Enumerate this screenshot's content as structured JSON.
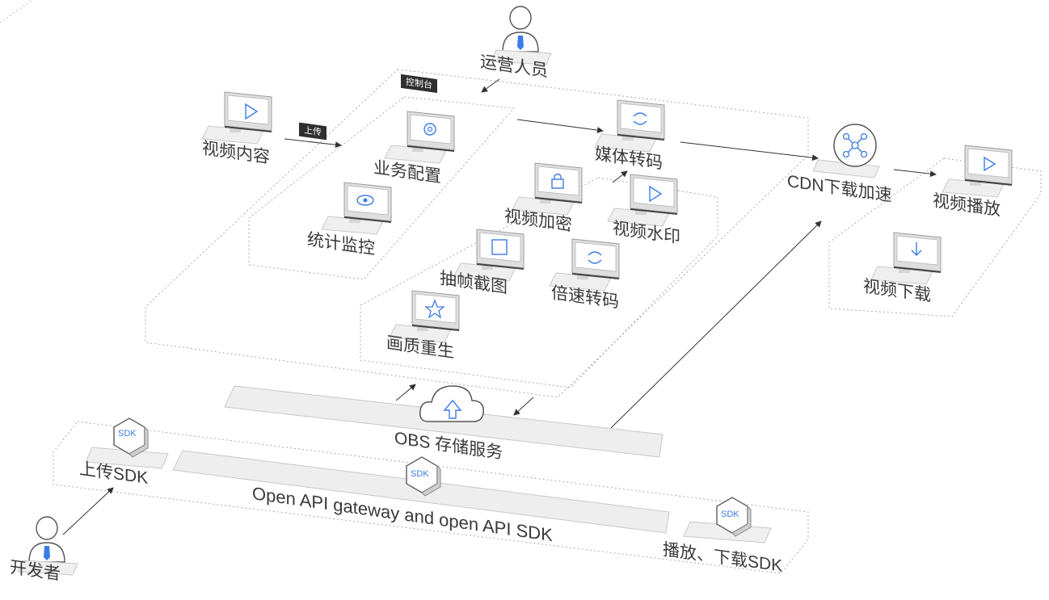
{
  "actors": {
    "operator": "运营人员",
    "developer": "开发者"
  },
  "tags": {
    "console": "控制台",
    "upload": "上传"
  },
  "nodes": {
    "video_content": "视频内容",
    "business_config": "业务配置",
    "stats_monitor": "统计监控",
    "media_transcode": "媒体转码",
    "video_encrypt": "视频加密",
    "video_watermark": "视频水印",
    "frame_capture": "抽帧截图",
    "speed_transcode": "倍速转码",
    "quality_rebirth": "画质重生",
    "cdn": "CDN下载加速",
    "video_play": "视频播放",
    "video_download": "视频下载"
  },
  "storage": {
    "obs": "OBS 存储服务",
    "api": "Open API gateway and open API SDK"
  },
  "sdks": {
    "badge": "SDK",
    "upload_sdk": "上传SDK",
    "play_sdk": "播放、下载SDK"
  },
  "colors": {
    "icon_blue": "#3c7be6",
    "platform_fill": "#eeeeee",
    "platform_stroke": "#c8c8c8",
    "dotted": "#aaaaaa",
    "arrow": "#333333"
  }
}
